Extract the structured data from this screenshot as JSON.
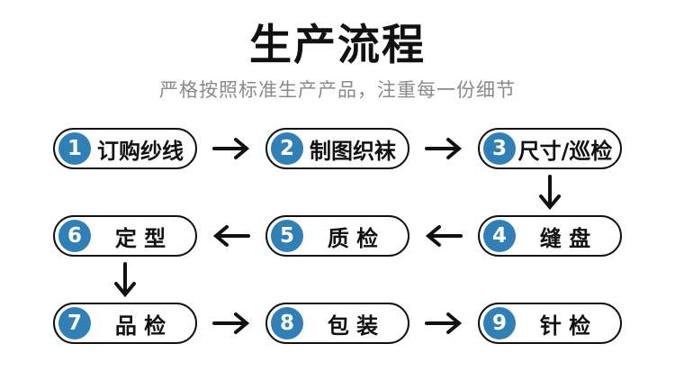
{
  "header": {
    "title": "生产流程",
    "subtitle": "严格按照标准生产产品，注重每一份细节"
  },
  "colors": {
    "accent": "#2e80b6",
    "ink": "#111111",
    "subtitle_gray": "#8a8a8a"
  },
  "steps": [
    {
      "num": "1",
      "label": "订购纱线"
    },
    {
      "num": "2",
      "label": "制图织袜"
    },
    {
      "num": "3",
      "label": "尺寸/巡检"
    },
    {
      "num": "4",
      "label": "缝 盘"
    },
    {
      "num": "5",
      "label": "质 检"
    },
    {
      "num": "6",
      "label": "定 型"
    },
    {
      "num": "7",
      "label": "品 检"
    },
    {
      "num": "8",
      "label": "包 装"
    },
    {
      "num": "9",
      "label": "针 检"
    }
  ],
  "arrows": {
    "right": "arrow-right",
    "left": "arrow-left",
    "down": "arrow-down"
  }
}
